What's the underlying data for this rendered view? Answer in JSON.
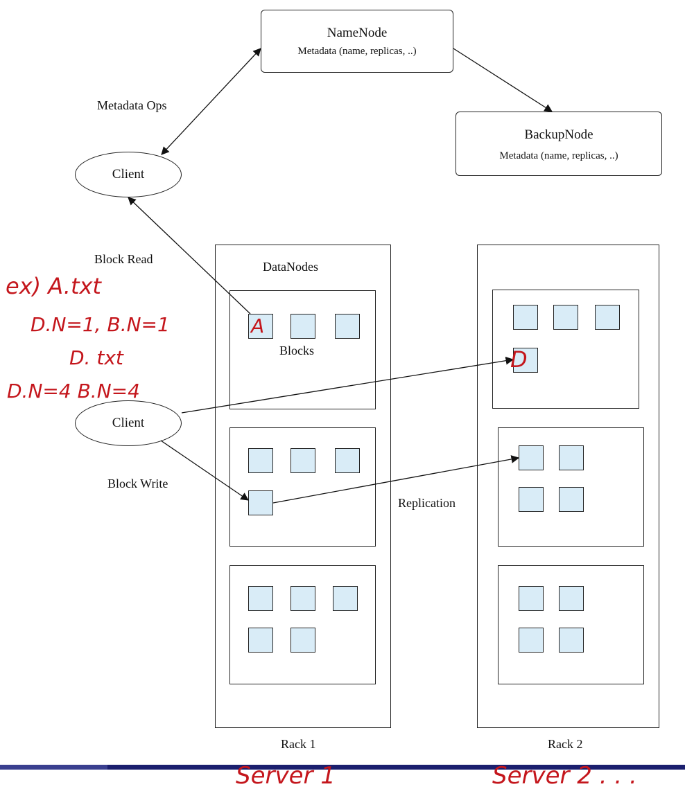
{
  "namenode": {
    "title": "NameNode",
    "subtitle": "Metadata (name, replicas, ..)"
  },
  "backupnode": {
    "title": "BackupNode",
    "subtitle": "Metadata (name, replicas, ..)"
  },
  "client_top": {
    "label": "Client"
  },
  "client_bottom": {
    "label": "Client"
  },
  "labels": {
    "metadata_ops": "Metadata Ops",
    "block_read": "Block Read",
    "block_write": "Block Write",
    "replication": "Replication",
    "datanodes": "DataNodes",
    "blocks": "Blocks",
    "rack1": "Rack 1",
    "rack2": "Rack 2"
  },
  "handwriting": {
    "line1": "ex) A.txt",
    "line2": "D.N=1, B.N=1",
    "line3": "D. txt",
    "line4": "D.N=4 B.N=4",
    "mark_a": "A",
    "mark_d": "D",
    "server1": "Server 1",
    "server2": "Server 2 . . ."
  },
  "colors": {
    "block_fill": "#d9ecf7",
    "annotation": "#c4161c",
    "footer_bar": "#1b1f6e"
  }
}
